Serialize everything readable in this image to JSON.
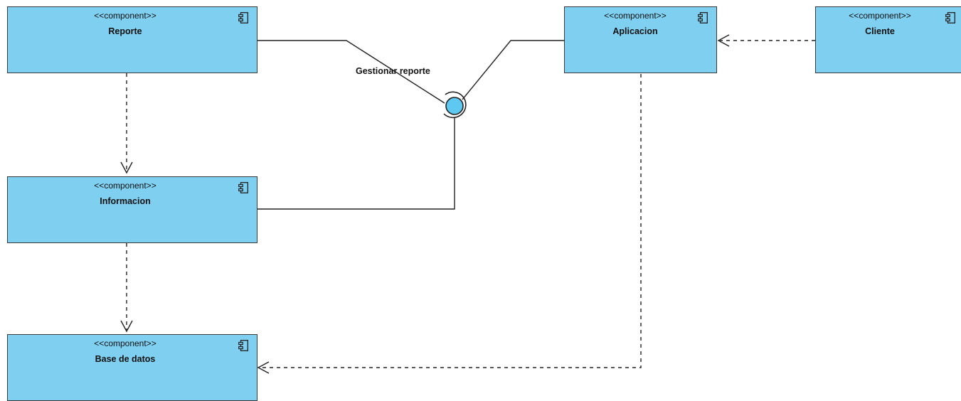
{
  "diagram": {
    "components": [
      {
        "id": "reporte",
        "stereotype": "<<component>>",
        "name": "Reporte"
      },
      {
        "id": "aplicacion",
        "stereotype": "<<component>>",
        "name": "Aplicacion"
      },
      {
        "id": "cliente",
        "stereotype": "<<component>>",
        "name": "Cliente"
      },
      {
        "id": "informacion",
        "stereotype": "<<component>>",
        "name": "Informacion"
      },
      {
        "id": "base-datos",
        "stereotype": "<<component>>",
        "name": "Base de datos"
      }
    ],
    "interface": {
      "label": "Gestionar reporte"
    },
    "colors": {
      "component_fill": "#7fcff0",
      "interface_fill": "#5ec8f0",
      "line": "#222222"
    },
    "component_icon": "component-icon"
  }
}
